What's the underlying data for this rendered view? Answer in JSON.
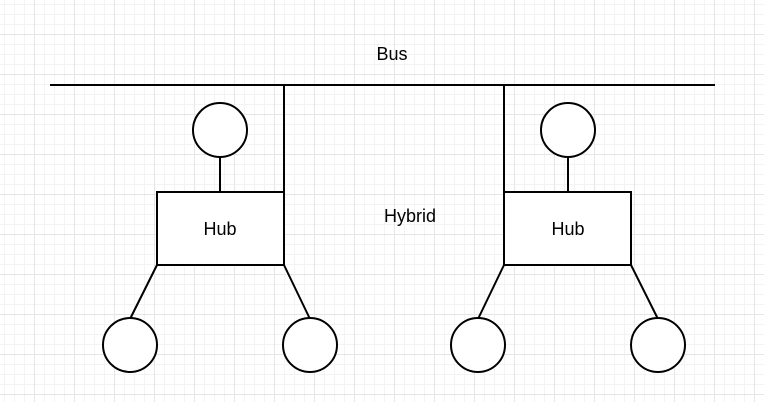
{
  "diagram": {
    "bus_label": "Bus",
    "center_label": "Hybrid",
    "hubs": [
      {
        "label": "Hub"
      },
      {
        "label": "Hub"
      }
    ]
  }
}
